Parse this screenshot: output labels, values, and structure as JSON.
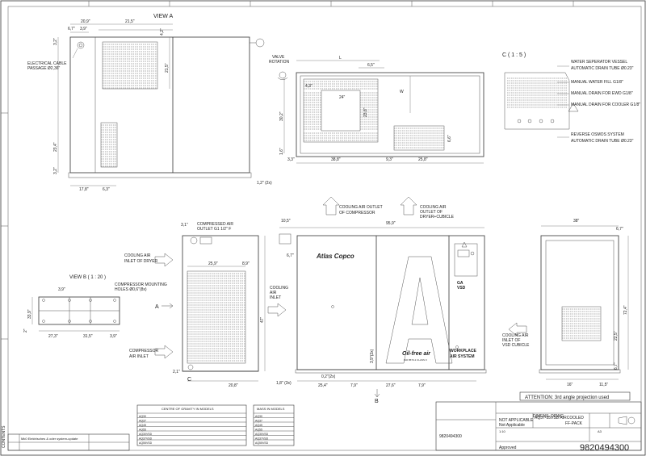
{
  "views": {
    "view_a": "VIEW A",
    "view_b": "VIEW B  ( 1 : 20 )",
    "detail_c": "C ( 1 : 5 )",
    "marker_a": "A",
    "marker_b": "B",
    "marker_c": "C"
  },
  "callouts": {
    "electrical_cable": [
      "ELECTRICAL CABLE",
      "PASSAGE Ø2,36\""
    ],
    "valve_rotation": [
      "VALVE",
      "ROTATION"
    ],
    "water_separator": [
      "WATER SEPERATOR VESSEL",
      "AUTOMATIC DRAIN TUBE Ø0.23\""
    ],
    "manual_water_fill": "MANUAL WATER FILL G1/8\"",
    "manual_drain_ewd": "MANUAL DRAIN FOR EWD G1/8\"",
    "manual_drain_cooler": "MANUAL DRAIN FOR COOLER G1/8\"",
    "reverse_osmosis": [
      "REVERSE OSMOS SYSTEM",
      "AUTOMATIC DRAIN TUBE Ø0.23\""
    ],
    "compressed_air_outlet": [
      "COMPRESSED AIR",
      "OUTLET G1 1/2\" F"
    ],
    "cooling_air_dryer": [
      "COOLING AIR",
      "INLET OF DRYER"
    ],
    "compressor_mounting": [
      "COMPRESSOR MOUNTING",
      "HOLES Ø0,6\"(8x)"
    ],
    "compressor_air_inlet": [
      "COMPRESSOR",
      "AIR INLET"
    ],
    "cooling_air_outlet_compressor": [
      "COOLING AIR OUTLET",
      "OF COMPRESSOR"
    ],
    "cooling_air_outlet_dryer": [
      "COOLING AIR",
      "OUTLET OF",
      "DRYER+CUBICLE"
    ],
    "cooling_air_inlet": [
      "COOLING",
      "AIR",
      "INLET"
    ],
    "cooling_air_vsd": [
      "COOLING AIR",
      "INLET OF",
      "VSD CUBICLE"
    ]
  },
  "dimensions": {
    "view_a": [
      "20,9\"",
      "21,5\"",
      "6,7\"",
      "3,9\"",
      "4,2\"",
      "21,5\"",
      "3,2\"",
      "23,4\"",
      "3,2\"",
      "17,8\"",
      "6,3\"",
      "1,2\" (2x)"
    ],
    "top_view": [
      "L",
      "6,5\"",
      "4,3\"",
      "W",
      "24\"",
      "30,2\"",
      "23,8\"",
      "6,6\"",
      "1,6\"",
      "3,3\"",
      "38,8\"",
      "9,3\"",
      "25,8\""
    ],
    "side_view": [
      "3,1\"",
      "25,9\"",
      "8,9\"",
      "47\"",
      "2,1\"",
      "20,8\""
    ],
    "front_view": [
      "10,5\"",
      "95,9\"",
      "6,7\"",
      "3,9\"(2x)",
      "0,2\"(2x)",
      "1,8\" (3x)",
      "25,4\"",
      "7,9\"",
      "27,6\"",
      "7,9\""
    ],
    "right_view": [
      "38\"",
      "6,7\"",
      "72,4\"",
      "22,5\"",
      "6,7\"",
      "16\"",
      "11,5\""
    ],
    "view_b": [
      "3,9\"",
      "33,9\"",
      "2\"",
      "27,3\"",
      "31,5\"",
      "3,9\""
    ]
  },
  "front_panel": {
    "brand": "Atlas Copco",
    "model_badge": "VSD",
    "badge2": "GA",
    "oil_free_logo": "Oil-free air",
    "oil_free_sub": "ISO 8573-1 CLASS 0",
    "workplace": [
      "WORKPLACE",
      "AIR SYSTEM"
    ]
  },
  "cog_table": {
    "title": "CENTRE OF GRAVITY IN MODELS",
    "rows": [
      "AQ30",
      "AQ37",
      "AQ45",
      "AQ55",
      "AQ30VSD",
      "AQ37VSD",
      "AQ55VSD"
    ]
  },
  "mass_table": {
    "title": "MASS IN MODELS",
    "rows": [
      "AQ30",
      "AQ37",
      "AQ45",
      "AQ55",
      "AQ30VSD",
      "AQ37VSD",
      "AQ55VSD"
    ]
  },
  "notes": {
    "projection": "ATTENTION: 3rd angle projection used",
    "revision": "Mk0 Elektrisches & oder system-update"
  },
  "title_block": {
    "doc_type": "DIMENS. DRWG",
    "title": "AQ37-55VSD AIRCOOLED",
    "subtitle": "FF-PACK",
    "material": "NOT APPLICABLE",
    "treatment": "Not Applicable",
    "doc_number": "9820494300",
    "doc_number_small": "9820494300",
    "approved": "Approved",
    "scale": "1:10",
    "sheet": "A3"
  },
  "side_label": "CONTENTS"
}
